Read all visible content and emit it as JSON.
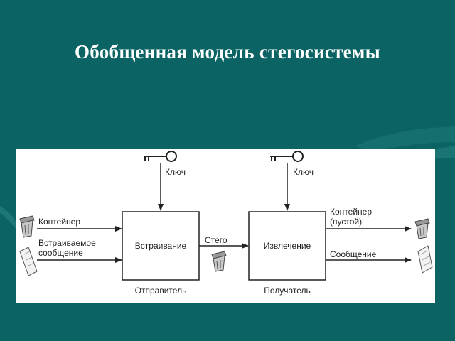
{
  "title": "Обобщенная модель стегосистемы",
  "diagram": {
    "embed_box": "Встраивание",
    "extract_box": "Извлечение",
    "key_label_left": "Ключ",
    "key_label_right": "Ключ",
    "input_container": "Контейнер",
    "input_message_line1": "Встраиваемое",
    "input_message_line2": "сообщение",
    "stego_label": "Стего",
    "output_container_line1": "Контейнер",
    "output_container_line2": "(пустой)",
    "output_message": "Сообщение",
    "sender": "Отправитель",
    "receiver": "Получатель"
  },
  "icons": {
    "key": "key-icon",
    "container": "trash-bin-icon",
    "message": "document-icon"
  },
  "colors": {
    "background": "#0b6363",
    "panel": "#ffffff",
    "text": "#ffffff"
  }
}
